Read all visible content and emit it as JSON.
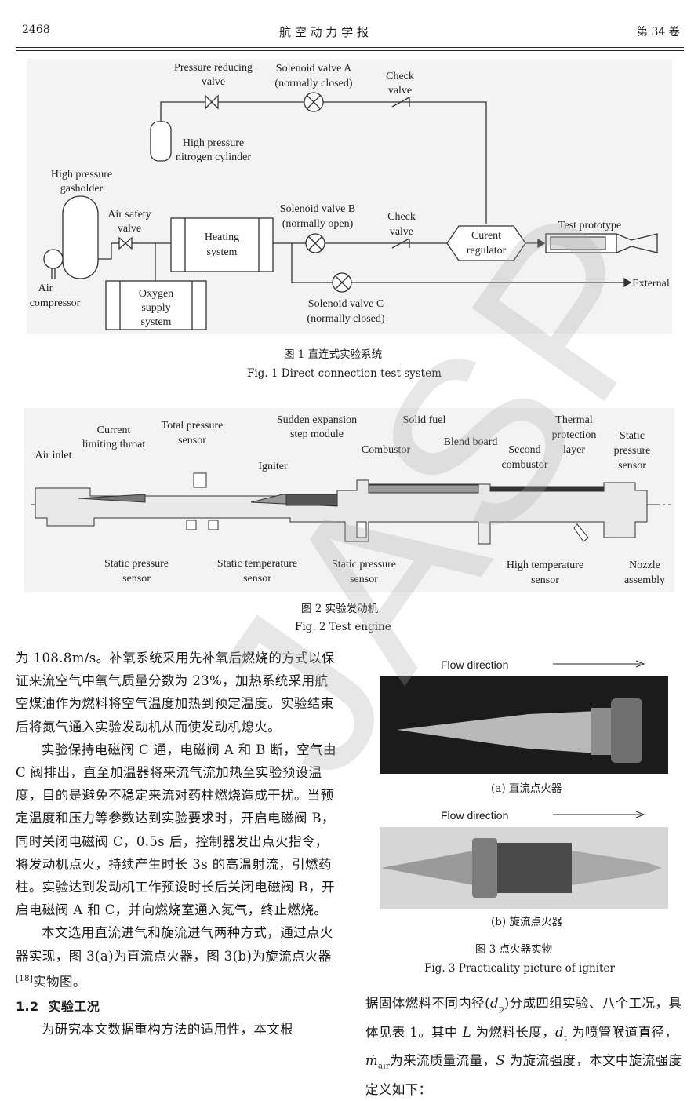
{
  "header": {
    "page_number": "2468",
    "journal": "航 空 动 力 学 报",
    "volume": "第 34 卷"
  },
  "figure1": {
    "labels": {
      "pressure_reducing_valve": [
        "Pressure reducing",
        "valve"
      ],
      "solenoid_a": [
        "Solenoid valve A",
        "(normally closed)"
      ],
      "check_valve_1": [
        "Check",
        "valve"
      ],
      "nitrogen_cylinder": [
        "High pressure",
        "nitrogen cylinder"
      ],
      "gasholder": [
        "High pressure",
        "gasholder"
      ],
      "air_safety_valve": [
        "Air safety",
        "valve"
      ],
      "heating_system": [
        "Heating",
        "system"
      ],
      "solenoid_b": [
        "Solenoid valve B",
        "(normally open)"
      ],
      "check_valve_2": [
        "Check",
        "valve"
      ],
      "current_regulator": [
        "Curent",
        "regulator"
      ],
      "test_prototype": "Test prototype",
      "external": "External",
      "air_compressor": [
        "Air",
        "compressor"
      ],
      "oxygen_supply": [
        "Oxygen",
        "supply",
        "system"
      ],
      "solenoid_c": [
        "Solenoid valve C",
        "(normally closed)"
      ]
    },
    "caption_cn": "图 1 直连式实验系统",
    "caption_en": "Fig. 1 Direct connection test system"
  },
  "figure2": {
    "labels": {
      "air_inlet": "Air inlet",
      "current_limiting_throat": [
        "Current",
        "limiting throat"
      ],
      "total_pressure_sensor": [
        "Total pressure",
        "sensor"
      ],
      "igniter": "Igniter",
      "sudden_expansion": [
        "Sudden expansion",
        "step module"
      ],
      "combustor": "Combustor",
      "solid_fuel": "Solid fuel",
      "blend_board": "Blend board",
      "second_combustor": [
        "Second",
        "combustor"
      ],
      "thermal_protection": [
        "Thermal",
        "protection",
        "layer"
      ],
      "static_pressure_sensor_top": [
        "Static",
        "pressure",
        "sensor"
      ],
      "static_pressure_sensor_1": [
        "Static pressure",
        "sensor"
      ],
      "static_temperature_sensor": [
        "Static temperature",
        "sensor"
      ],
      "static_pressure_sensor_2": [
        "Static pressure",
        "sensor"
      ],
      "high_temperature_sensor": [
        "High temperature",
        "sensor"
      ],
      "nozzle_assembly": [
        "Nozzle",
        "assembly"
      ]
    },
    "caption_cn": "图 2 实验发动机",
    "caption_en": "Fig. 2 Test engine"
  },
  "figure3": {
    "flow_direction_a": "Flow direction",
    "flow_direction_b": "Flow direction",
    "sub_a": "(a) 直流点火器",
    "sub_b": "(b) 旋流点火器",
    "caption_cn": "图 3 点火器实物",
    "caption_en": "Fig. 3 Practicality picture of igniter"
  },
  "left_column": {
    "para1": "为 108.8m/s。补氧系统采用先补氧后燃烧的方式以保证来流空气中氧气质量分数为 23%，加热系统采用航空煤油作为燃料将空气温度加热到预定温度。实验结束后将氮气通入实验发动机从而使发动机熄火。",
    "para2": "实验保持电磁阀 C 通，电磁阀 A 和 B 断，空气由 C 阀排出，直至加温器将来流气流加热至实验预设温度，目的是避免不稳定来流对药柱燃烧造成干扰。当预定温度和压力等参数达到实验要求时，开启电磁阀 B，同时关闭电磁阀 C，0.5s 后，控制器发出点火指令，将发动机点火，持续产生时长 3s 的高温射流，引燃药柱。实验达到发动机工作预设时长后关闭电磁阀 B，开启电磁阀 A 和 C，并向燃烧室通入氮气，终止燃烧。",
    "para3_before": "本文选用直流进气和旋流进气两种方式，通过点火器实现，图 3(a)为直流点火器，图 3(b)为旋流点火器",
    "para3_ref": "[18]",
    "para3_after": "实物图。",
    "section_number": "1.2",
    "section_title": "实验工况",
    "para4": "为研究本文数据重构方法的适用性，本文根"
  },
  "right_column": {
    "para1_a": "据固体燃料不同内径(",
    "para1_dp": "d",
    "para1_dp_sub": "p",
    "para1_b": ")分成四组实验、八个工况，具体见表 1。其中",
    "para1_L": "L",
    "para1_c": "为燃料长度，",
    "para1_dt": "d",
    "para1_dt_sub": "t",
    "para1_d": "为喷管喉道直径，",
    "para1_m": "ṁ",
    "para1_m_sub": "air",
    "para1_e": "为来流质量流量，",
    "para1_S": "S",
    "para1_f": "为旋流强度，本文中旋流强度定义如下："
  },
  "watermark": "JASP"
}
